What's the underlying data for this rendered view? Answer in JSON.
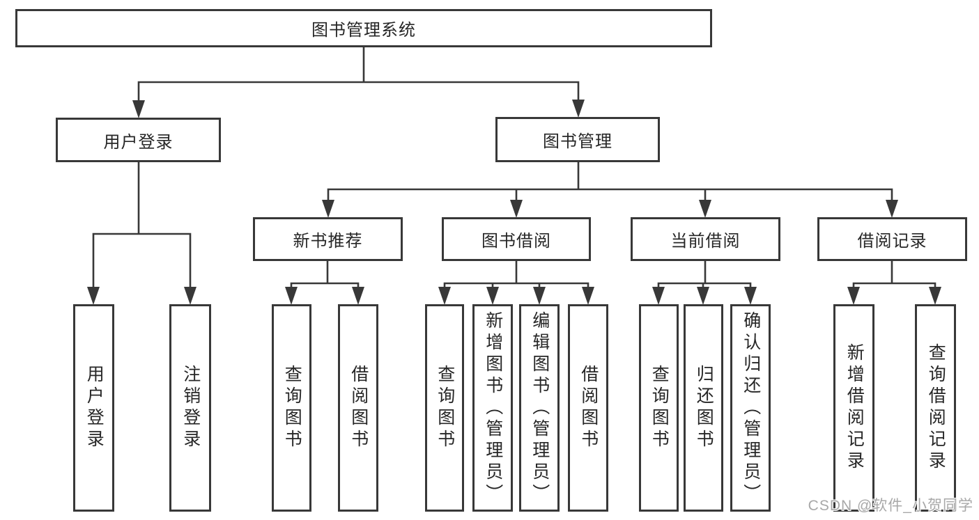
{
  "tree": {
    "label": "图书管理系统",
    "children": [
      {
        "label": "用户登录",
        "children": [
          {
            "label": "用户登录"
          },
          {
            "label": "注销登录"
          }
        ]
      },
      {
        "label": "图书管理",
        "children": [
          {
            "label": "新书推荐",
            "children": [
              {
                "label": "查询图书"
              },
              {
                "label": "借阅图书"
              }
            ]
          },
          {
            "label": "图书借阅",
            "children": [
              {
                "label": "查询图书"
              },
              {
                "label": "新增图书（管理员）"
              },
              {
                "label": "编辑图书（管理员）"
              },
              {
                "label": "借阅图书"
              }
            ]
          },
          {
            "label": "当前借阅",
            "children": [
              {
                "label": "查询图书"
              },
              {
                "label": "归还图书"
              },
              {
                "label": "确认归还（管理员）"
              }
            ]
          },
          {
            "label": "借阅记录",
            "children": [
              {
                "label": "新增借阅记录"
              },
              {
                "label": "查询借阅记录"
              }
            ]
          }
        ]
      }
    ]
  },
  "watermark": {
    "text": "CSDN @软件_小贺同学"
  },
  "colors": {
    "line": "#383838",
    "box_border": "#383838",
    "box_background": "#ffffff",
    "text": "#262626",
    "watermark": "#a8a8a8",
    "page_background": "#ffffff"
  }
}
